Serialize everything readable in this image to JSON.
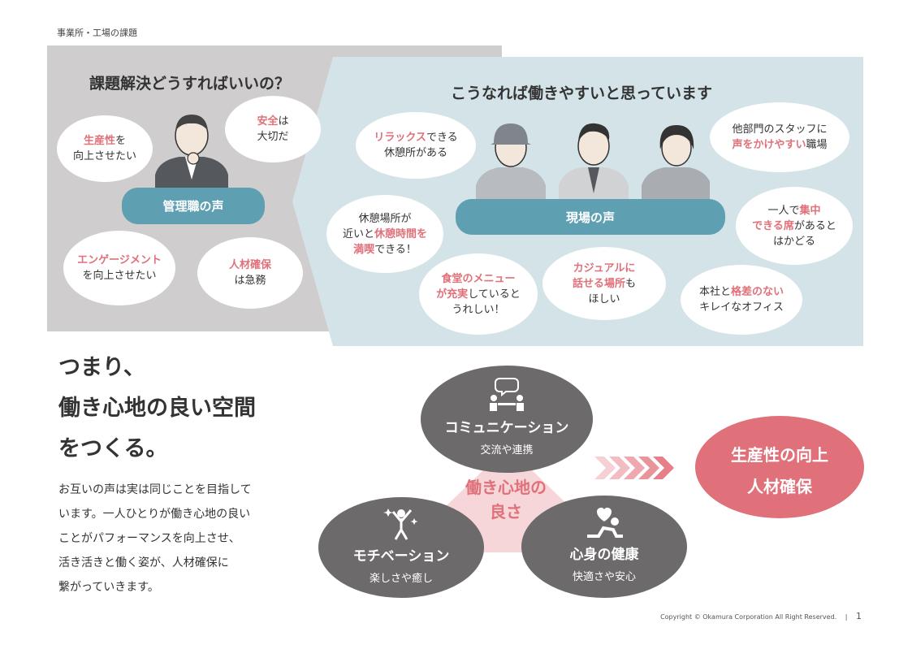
{
  "breadcrumb": "事業所・工場の課題",
  "left_panel": {
    "title": "課題解決どうすればいいの？",
    "label": "管理職の声",
    "bubbles": [
      {
        "pink": "生産性",
        "rest": "を",
        "line2": "向上させたい"
      },
      {
        "pink": "安全",
        "rest": "は",
        "line2": "大切だ"
      },
      {
        "pink": "エンゲージメント",
        "rest": "",
        "line2": "を向上させたい"
      },
      {
        "pink": "人材確保",
        "rest": "",
        "line2": "は急務"
      }
    ]
  },
  "right_panel": {
    "title": "こうなれば働きやすいと思っています",
    "label": "現場の声",
    "bubbles": [
      {
        "pink": "リラックス",
        "rest": "できる",
        "line2": "休憩所がある"
      },
      {
        "pre": "他部門のスタッフに",
        "pink": "声をかけやすい",
        "rest": "職場"
      },
      {
        "l1": "休憩場所が",
        "l2pre": "近いと",
        "l2pink": "休憩時間を",
        "l3pink": "満喫",
        "l3rest": "できる！"
      },
      {
        "l1": "一人で",
        "l1pink": "集中",
        "l2pink": "できる席",
        "l2rest": "があると",
        "l3": "はかどる"
      },
      {
        "l1pink": "食堂のメニュー",
        "l2pink": "が充実",
        "l2rest": "していると",
        "l3": "うれしい！"
      },
      {
        "l1pink": "カジュアルに",
        "l2pink": "話せる場所",
        "l2rest": "も",
        "l3": "ほしい"
      },
      {
        "l1pre": "本社と",
        "l1pink": "格差のない",
        "l2": "キレイなオフィス"
      }
    ]
  },
  "headline": [
    "つまり、",
    "働き心地の良い空間",
    "をつくる。"
  ],
  "body_text": [
    "お互いの声は実は同じことを目指して",
    "います。一人ひとりが働き心地の良い",
    "ことがパフォーマンスを向上させ、",
    "活き活きと働く姿が、人材確保に",
    "繋がっていきます。"
  ],
  "diagram": {
    "center": [
      "働き心地の",
      "良さ"
    ],
    "top": {
      "title": "コミュニケーション",
      "sub": "交流や連携",
      "icon": "meeting-icon"
    },
    "left": {
      "title": "モチベーション",
      "sub": "楽しさや癒し",
      "icon": "cheer-icon"
    },
    "right": {
      "title": "心身の健康",
      "sub": "快適さや安心",
      "icon": "relax-heart-icon"
    },
    "result": [
      "生産性の向上",
      "人材確保"
    ]
  },
  "colors": {
    "accent_pink": "#e0707a",
    "teal": "#5e9fb2",
    "gray_panel": "#cfcdce",
    "blue_panel": "#d3e3e7",
    "dark_gray": "#6d6a6b"
  },
  "footer": {
    "copyright": "Copyright © Okamura Corporation All Right Reserved.",
    "page": "1"
  }
}
